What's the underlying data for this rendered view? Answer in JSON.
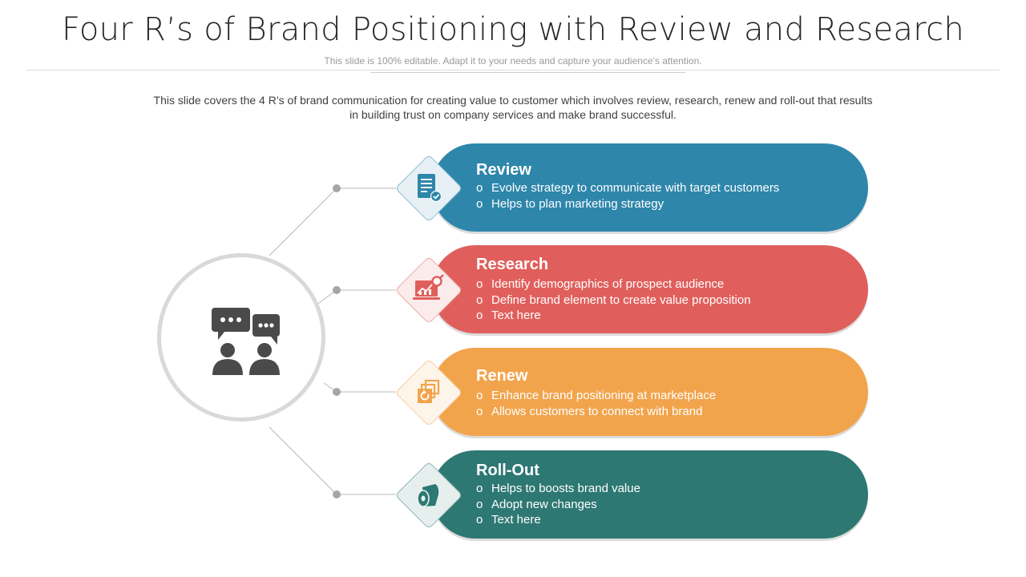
{
  "header": {
    "title": "Four R’s of Brand Positioning with Review and Research",
    "subtitle": "This slide is 100% editable. Adapt it to your needs and capture your audience's attention.",
    "description": "This slide covers the 4 R’s of brand communication for creating value to customer which involves review, research, renew and roll-out that results in building trust on company services and make brand successful."
  },
  "hub": {
    "icon": "conversation-people-icon"
  },
  "items": [
    {
      "title": "Review",
      "icon": "document-check-icon",
      "color": "#2e86ab",
      "bullet": "o",
      "points": [
        "Evolve strategy to communicate with target customers",
        "Helps to plan marketing strategy"
      ]
    },
    {
      "title": "Research",
      "icon": "chart-analytics-icon",
      "color": "#e05f5c",
      "bullet": "o",
      "points": [
        "Identify demographics of prospect audience",
        "Define brand element to create value proposition",
        "Text here"
      ]
    },
    {
      "title": "Renew",
      "icon": "renew-refresh-icon",
      "color": "#f2a44c",
      "bullet": "o",
      "points": [
        "Enhance brand positioning at marketplace",
        "Allows customers to connect with brand"
      ]
    },
    {
      "title": "Roll-Out",
      "icon": "roll-icon",
      "color": "#2e7873",
      "bullet": "o",
      "points": [
        "Helps to boosts brand value",
        "Adopt new changes",
        "Text here"
      ]
    }
  ]
}
